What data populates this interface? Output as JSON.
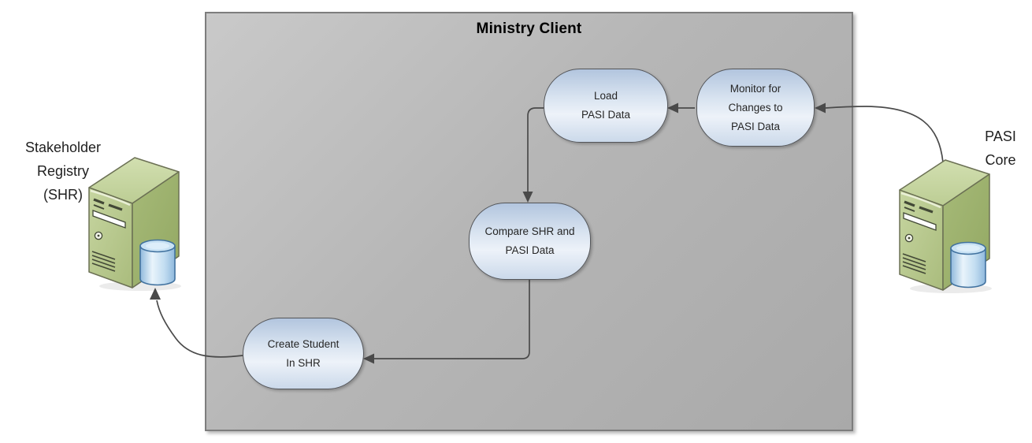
{
  "boundary": {
    "title": "Ministry Client"
  },
  "nodes": [
    {
      "id": "load-pasi-data",
      "label": "Load\nPASI Data"
    },
    {
      "id": "monitor-for-changes",
      "label": "Monitor for\nChanges to\nPASI Data"
    },
    {
      "id": "compare-shr-pasi",
      "label": "Compare SHR and\nPASI Data"
    },
    {
      "id": "create-student-shr",
      "label": "Create Student\nIn SHR"
    }
  ],
  "external_systems": [
    {
      "id": "shr",
      "label": "Stakeholder\nRegistry\n(SHR)",
      "icon": "server-with-database-icon"
    },
    {
      "id": "pasi-core",
      "label": "PASI\nCore",
      "icon": "server-with-database-icon"
    }
  ],
  "edges": [
    {
      "from": "pasi-core",
      "to": "monitor-for-changes"
    },
    {
      "from": "monitor-for-changes",
      "to": "load-pasi-data"
    },
    {
      "from": "load-pasi-data",
      "to": "compare-shr-pasi"
    },
    {
      "from": "compare-shr-pasi",
      "to": "create-student-shr"
    },
    {
      "from": "create-student-shr",
      "to": "shr"
    }
  ],
  "colors": {
    "process_fill_top": "#b2c5de",
    "process_fill_light": "#edf2f9",
    "process_fill_bottom": "#cbd9ea",
    "process_border": "#54565a",
    "boundary_fill": "#b6b6b6",
    "boundary_border": "#7d7d7d",
    "connector": "#4a4a4a",
    "server_front_green": "#b9cc92",
    "server_side_green": "#9cb36b",
    "database_blue": "#a9cde9",
    "database_outline": "#41729f"
  }
}
